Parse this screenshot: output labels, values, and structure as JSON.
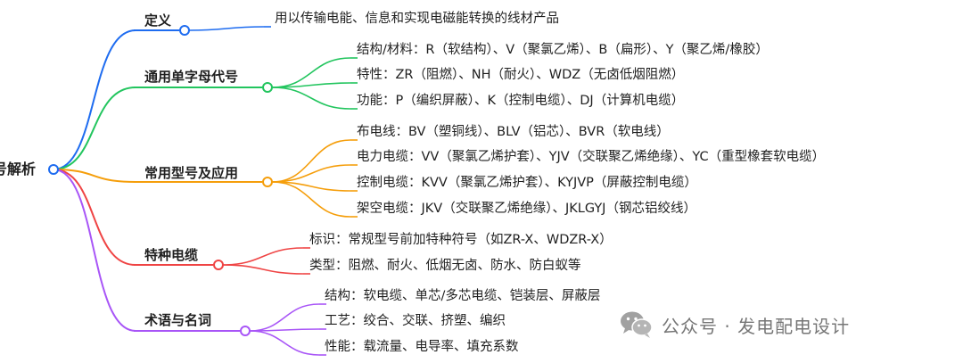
{
  "root": {
    "label": "号解析"
  },
  "branches": [
    {
      "label": "定义",
      "color": "#1e6cf0",
      "leaves": [
        "用以传输电能、信息和实现电磁能转换的线材产品"
      ]
    },
    {
      "label": "通用单字母代号",
      "color": "#22c55e",
      "leaves": [
        "结构/材料：R（软结构）、V（聚氯乙烯）、B（扁形）、Y（聚乙烯/橡胶）",
        "特性：ZR（阻燃）、NH（耐火）、WDZ（无卤低烟阻燃）",
        "功能：P（编织屏蔽）、K（控制电缆）、DJ（计算机电缆）"
      ]
    },
    {
      "label": "常用型号及应用",
      "color": "#f59e0b",
      "leaves": [
        "布电线：BV（塑铜线）、BLV（铝芯）、BVR（软电线）",
        "电力电缆：VV（聚氯乙烯护套）、YJV（交联聚乙烯绝缘）、YC（重型橡套软电缆）",
        "控制电缆：KVV（聚氯乙烯护套）、KYJVP（屏蔽控制电缆）",
        "架空电缆：JKV（交联聚乙烯绝缘）、JKLGYJ（钢芯铝绞线）"
      ]
    },
    {
      "label": "特种电缆",
      "color": "#ef4444",
      "leaves": [
        "标识：常规型号前加特种符号（如ZR-X、WDZR-X）",
        "类型：阻燃、耐火、低烟无卤、防水、防白蚁等"
      ]
    },
    {
      "label": "术语与名词",
      "color": "#a855f7",
      "leaves": [
        "结构：软电缆、单芯/多芯电缆、铠装层、屏蔽层",
        "工艺：绞合、交联、挤塑、编织",
        "性能：载流量、电导率、填充系数"
      ]
    }
  ],
  "root_color": "#1e6cf0",
  "watermark": {
    "text": "公众号 · 发电配电设计",
    "icon": "wechat-icon"
  }
}
